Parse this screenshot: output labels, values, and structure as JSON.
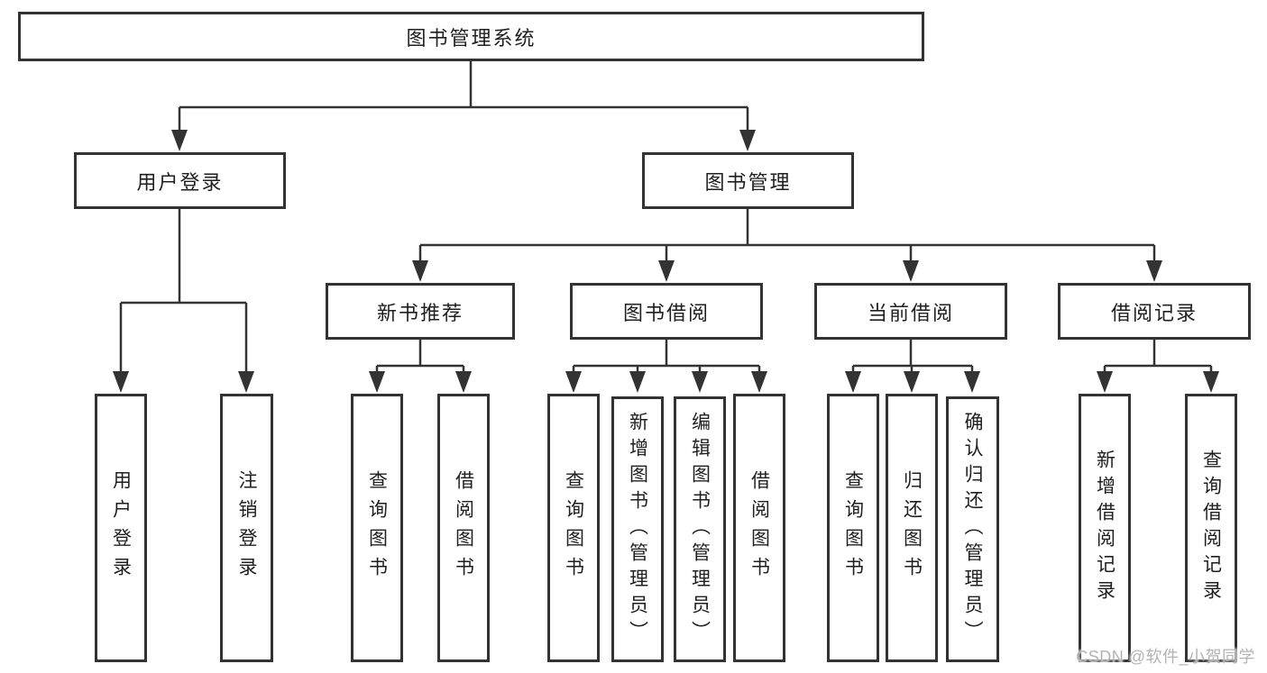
{
  "colors": {
    "line": "#333333",
    "text": "#1f1f1f",
    "bg": "#ffffff",
    "watermark": "#b3b3b3"
  },
  "nodes": {
    "root": {
      "label": "图书管理系统"
    },
    "user_login": {
      "label": "用户登录"
    },
    "book_management": {
      "label": "图书管理"
    },
    "new_book_recommend": {
      "label": "新书推荐"
    },
    "book_borrow": {
      "label": "图书借阅"
    },
    "current_borrow": {
      "label": "当前借阅"
    },
    "borrow_records": {
      "label": "借阅记录"
    },
    "leaf_user_login": {
      "label": "用户登录"
    },
    "leaf_logout": {
      "label": "注销登录"
    },
    "leaf_query_book_recommend": {
      "label": "查询图书"
    },
    "leaf_borrow_book_recommend": {
      "label": "借阅图书"
    },
    "leaf_query_book_borrow": {
      "label": "查询图书"
    },
    "leaf_add_book": {
      "label": "新增图书（管理员）"
    },
    "leaf_edit_book": {
      "label": "编辑图书（管理员）"
    },
    "leaf_borrow_book_borrow": {
      "label": "借阅图书"
    },
    "leaf_query_book_current": {
      "label": "查询图书"
    },
    "leaf_return_book": {
      "label": "归还图书"
    },
    "leaf_confirm_return": {
      "label": "确认归还（管理员）"
    },
    "leaf_add_borrow_record": {
      "label": "新增借阅记录"
    },
    "leaf_query_borrow_record": {
      "label": "查询借阅记录"
    }
  },
  "watermark": {
    "text": "CSDN @软件_小贺同学"
  }
}
